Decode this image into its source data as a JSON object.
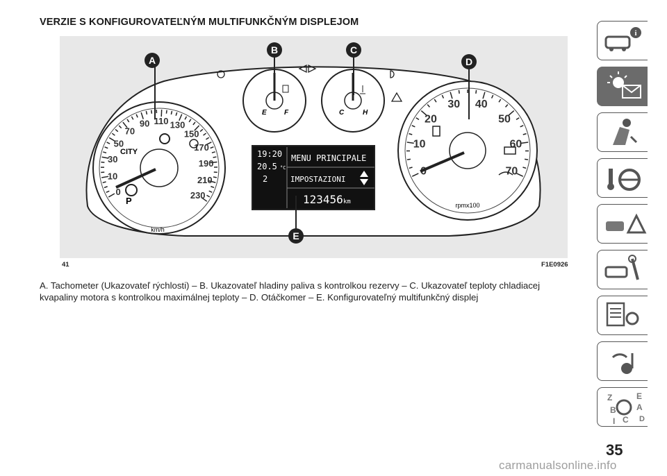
{
  "heading": "VERZIE S KONFIGUROVATEĽNÝM MULTIFUNKČNÝM DISPLEJOM",
  "figure": {
    "number": "41",
    "code": "F1E0926",
    "callouts": [
      "A",
      "B",
      "C",
      "D",
      "E"
    ],
    "speedometer": {
      "scale": [
        "0",
        "10",
        "30",
        "50",
        "70",
        "90",
        "110",
        "130",
        "150",
        "170",
        "190",
        "210",
        "230"
      ],
      "unit": "km/h",
      "city_label": "CITY"
    },
    "fuel_gauge": {
      "empty": "E",
      "full": "F"
    },
    "temp_gauge": {
      "cold": "C",
      "hot": "H"
    },
    "tachometer": {
      "scale": [
        "0",
        "10",
        "20",
        "30",
        "40",
        "50",
        "60",
        "70"
      ],
      "unit": "rpmx100"
    },
    "display": {
      "time": "19:20",
      "temperature": "20.5",
      "temperature_unit": "°C",
      "gear": "2",
      "menu_title": "MENU PRINCIPALE",
      "menu_item": "IMPOSTAZIONI",
      "odometer": "123456",
      "odometer_unit": "km"
    }
  },
  "caption": "A. Tachometer (Ukazovateľ rýchlosti) – B. Ukazovateľ hladiny paliva s kontrolkou rezervy – C. Ukazovateľ teploty chladiacej kvapaliny motora s kontrolkou maximálnej teploty – D. Otáčkomer – E. Konfigurovateľný multifunkčný displej",
  "side_tabs": [
    "car-info-icon",
    "warning-lights-icon",
    "safety-seat-icon",
    "driving-icon",
    "emergency-icon",
    "maintenance-icon",
    "technical-data-icon",
    "multimedia-icon",
    "index-icon"
  ],
  "page_number": "35",
  "watermark": "carmanualsonline.info"
}
